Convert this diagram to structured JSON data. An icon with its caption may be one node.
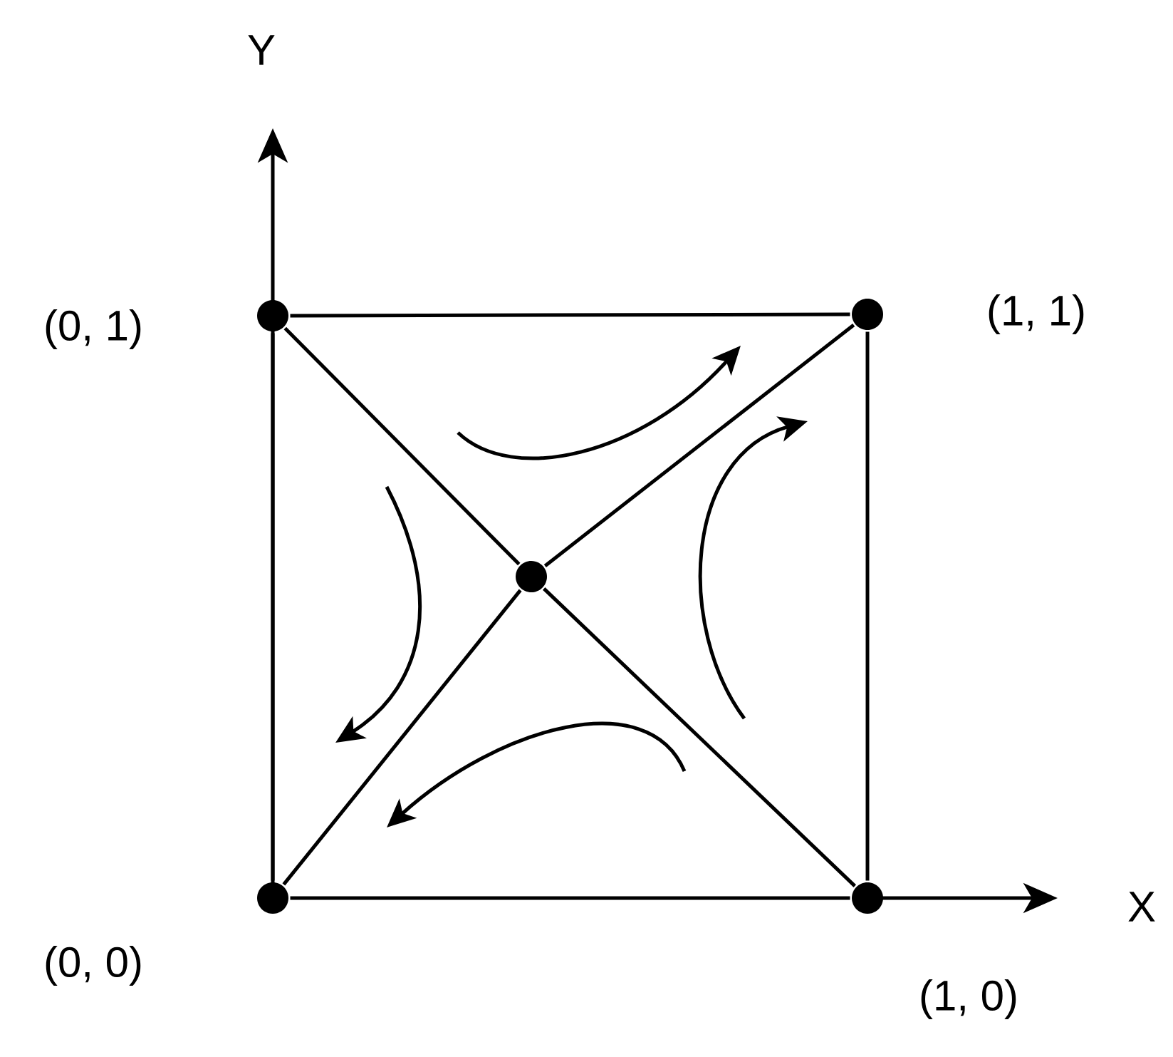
{
  "diagram": {
    "nodes": [
      {
        "text": [],
        "shape": "circle",
        "beside": [
          "(0, 1)"
        ]
      },
      {
        "text": [],
        "shape": "circle",
        "beside": [
          "(1, 1)"
        ]
      },
      {
        "text": [],
        "shape": "circle"
      },
      {
        "text": [],
        "shape": "circle",
        "beside": [
          "(0, 0)"
        ]
      },
      {
        "text": [],
        "shape": "circle",
        "beside": [
          "(1, 0)"
        ]
      }
    ],
    "edges": [
      {
        "from": 0,
        "to": 1,
        "arrow": "none"
      },
      {
        "from": 0,
        "to": 3,
        "arrow": "none"
      },
      {
        "from": 1,
        "to": 4,
        "arrow": "none"
      },
      {
        "from": 3,
        "to": 4,
        "arrow": "none"
      },
      {
        "from": 0,
        "to": 2,
        "arrow": "none"
      },
      {
        "from": 2,
        "to": 4,
        "arrow": "none"
      },
      {
        "from": 3,
        "to": 2,
        "arrow": "none"
      },
      {
        "from": 2,
        "to": 1,
        "arrow": "none"
      }
    ],
    "labels": [
      "Y",
      "X"
    ]
  }
}
